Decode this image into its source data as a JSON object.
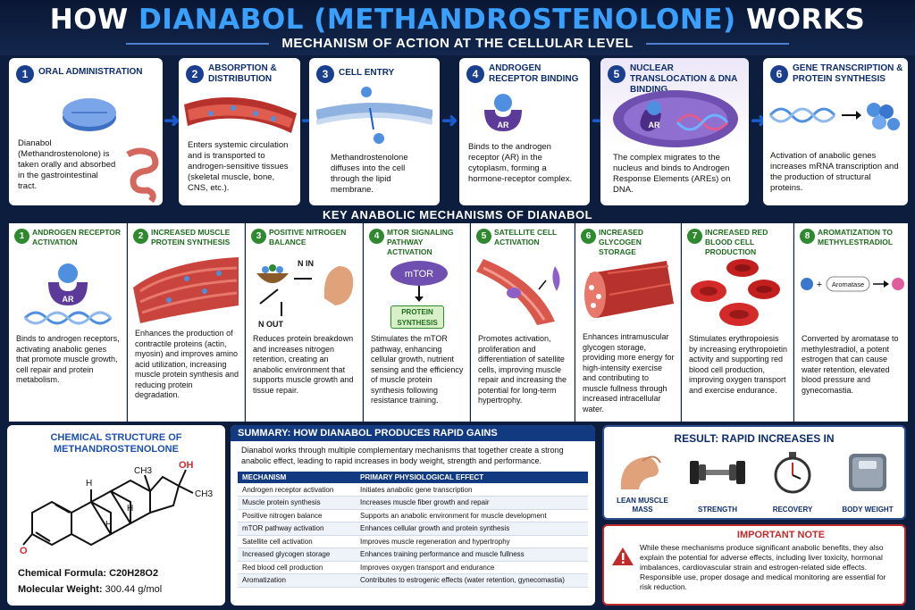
{
  "header": {
    "title_pre": "HOW ",
    "title_highlight": "DIANABOL (METHANDROSTENOLONE)",
    "title_post": " WORKS",
    "subtitle": "MECHANISM OF ACTION AT THE CELLULAR LEVEL"
  },
  "steps": [
    {
      "num": "1",
      "title": "ORAL ADMINISTRATION",
      "desc": "Dianabol (Methandrostenolone) is taken orally and absorbed in the gastrointestinal tract."
    },
    {
      "num": "2",
      "title": "ABSORPTION & DISTRIBUTION",
      "desc": "Enters systemic circulation and is transported to androgen-sensitive tissues (skeletal muscle, bone, CNS, etc.)."
    },
    {
      "num": "3",
      "title": "CELL ENTRY",
      "desc": "Methandrostenolone diffuses into the cell through the lipid membrane."
    },
    {
      "num": "4",
      "title": "ANDROGEN RECEPTOR BINDING",
      "desc": "Binds to the androgen receptor (AR) in the cytoplasm, forming a hormone-receptor complex."
    },
    {
      "num": "5",
      "title": "NUCLEAR TRANSLOCATION & DNA BINDING",
      "desc": "The complex migrates to the nucleus and binds to Androgen Response Elements (AREs) on DNA."
    },
    {
      "num": "6",
      "title": "GENE TRANSCRIPTION & PROTEIN SYNTHESIS",
      "desc": "Activation of anabolic genes increases mRNA transcription and the production of structural proteins."
    }
  ],
  "mechanisms_title": "KEY ANABOLIC MECHANISMS OF DIANABOL",
  "mechanisms": [
    {
      "num": "1",
      "title": "ANDROGEN RECEPTOR ACTIVATION",
      "desc": "Binds to androgen receptors, activating anabolic genes that promote muscle growth, cell repair and protein metabolism."
    },
    {
      "num": "2",
      "title": "INCREASED MUSCLE PROTEIN SYNTHESIS",
      "desc": "Enhances the production of contractile proteins (actin, myosin) and improves amino acid utilization, increasing muscle protein synthesis and reducing protein degradation."
    },
    {
      "num": "3",
      "title": "POSITIVE NITROGEN BALANCE",
      "desc": "Reduces protein breakdown and increases nitrogen retention, creating an anabolic environment that supports muscle growth and tissue repair."
    },
    {
      "num": "4",
      "title": "MTOR SIGNALING PATHWAY ACTIVATION",
      "desc": "Stimulates the mTOR pathway, enhancing cellular growth, nutrient sensing and the efficiency of muscle protein synthesis following resistance training."
    },
    {
      "num": "5",
      "title": "SATELLITE CELL ACTIVATION",
      "desc": "Promotes activation, proliferation and differentiation of satellite cells, improving muscle repair and increasing the potential for long-term hypertrophy."
    },
    {
      "num": "6",
      "title": "INCREASED GLYCOGEN STORAGE",
      "desc": "Enhances intramuscular glycogen storage, providing more energy for high-intensity exercise and contributing to muscle fullness through increased intracellular water."
    },
    {
      "num": "7",
      "title": "INCREASED RED BLOOD CELL PRODUCTION",
      "desc": "Stimulates erythropoiesis by increasing erythropoietin activity and supporting red blood cell production, improving oxygen transport and exercise endurance."
    },
    {
      "num": "8",
      "title": "AROMATIZATION TO METHYLESTRADIOL",
      "desc": "Converted by aromatase to methylestradiol, a potent estrogen that can cause water retention, elevated blood pressure and gynecomastia."
    }
  ],
  "labels": {
    "ar": "AR",
    "n_in": "N IN",
    "n_out": "N OUT",
    "mtor": "mTOR",
    "protein_synthesis": "PROTEIN SYNTHESIS",
    "aromatase": "Aromatase",
    "plus": "+"
  },
  "chemistry": {
    "title": "CHEMICAL STRUCTURE OF METHANDROSTENOLONE",
    "formula_label": "Chemical Formula: ",
    "formula": "C20H28O2",
    "mw_label": "Molecular Weight: ",
    "mw": "300.44 g/mol",
    "atoms": {
      "oh": "OH",
      "ch3": "CH3",
      "h": "H",
      "o": "O"
    }
  },
  "summary": {
    "heading": "SUMMARY: HOW DIANABOL PRODUCES RAPID GAINS",
    "text": "Dianabol works through multiple complementary mechanisms that together create a strong anabolic effect, leading to rapid increases in body weight, strength and performance.",
    "columns": [
      "MECHANISM",
      "PRIMARY PHYSIOLOGICAL EFFECT"
    ],
    "rows": [
      [
        "Androgen receptor activation",
        "Initiates anabolic gene transcription"
      ],
      [
        "Muscle protein synthesis",
        "Increases muscle fiber growth and repair"
      ],
      [
        "Positive nitrogen balance",
        "Supports an anabolic environment for muscle development"
      ],
      [
        "mTOR pathway activation",
        "Enhances cellular growth and protein synthesis"
      ],
      [
        "Satellite cell activation",
        "Improves muscle regeneration and hypertrophy"
      ],
      [
        "Increased glycogen storage",
        "Enhances training performance and muscle fullness"
      ],
      [
        "Red blood cell production",
        "Improves oxygen transport and endurance"
      ],
      [
        "Aromatization",
        "Contributes to estrogenic effects (water retention, gynecomastia)"
      ]
    ]
  },
  "result": {
    "heading": "RESULT: RAPID INCREASES IN",
    "items": [
      "LEAN MUSCLE MASS",
      "STRENGTH",
      "RECOVERY",
      "BODY WEIGHT"
    ]
  },
  "note": {
    "heading": "IMPORTANT NOTE",
    "text": "While these mechanisms produce significant anabolic benefits, they also explain the potential for adverse effects, including liver toxicity, hormonal imbalances, cardiovascular strain and estrogen-related side effects. Responsible use, proper dosage and medical monitoring are essential for risk reduction."
  },
  "colors": {
    "accent": "#3aa0ff",
    "navy": "#0d1d3e",
    "green": "#2f8a2f",
    "red": "#c12a2a"
  }
}
